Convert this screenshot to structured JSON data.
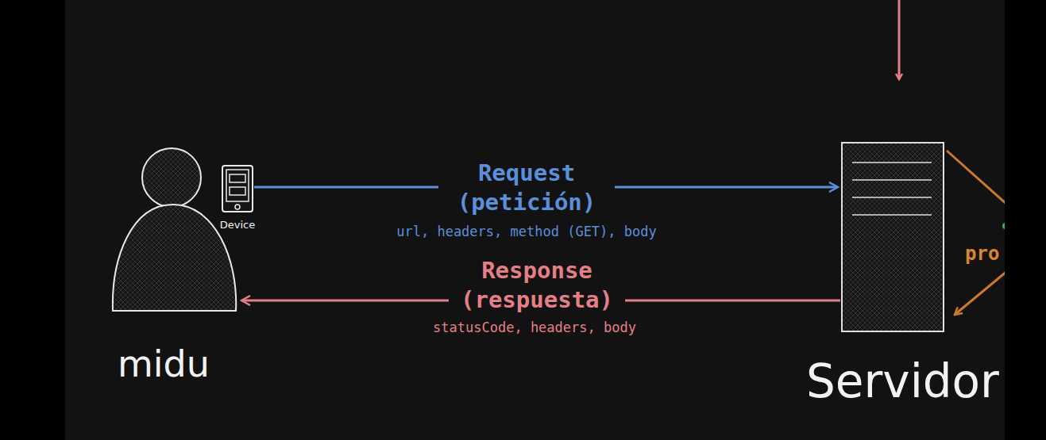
{
  "diagram": {
    "nodes": [
      {
        "text": [
          "midu"
        ]
      },
      {
        "text": [
          "Device"
        ]
      },
      {
        "text": [
          "Servidor"
        ]
      }
    ],
    "edges": [
      {
        "from": 1,
        "to": 2,
        "arrow": "to",
        "label": "Request (petición)"
      },
      {
        "from": 2,
        "to": 0,
        "arrow": "to",
        "label": "Response (respuesta)"
      }
    ],
    "labels": [
      "url, headers, method (GET), body",
      "statusCode, headers, body",
      "pro"
    ]
  }
}
